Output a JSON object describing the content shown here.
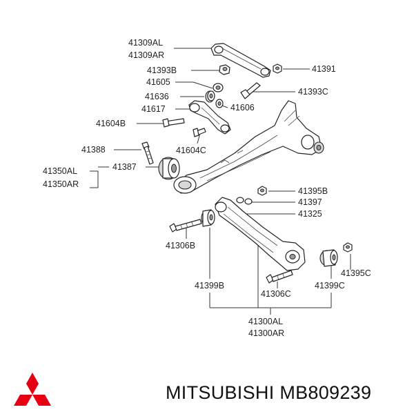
{
  "labels": {
    "l41309al": "41309AL",
    "l41309ar": "41309AR",
    "l41393b": "41393B",
    "l41391": "41391",
    "l41605": "41605",
    "l41393c": "41393C",
    "l41636": "41636",
    "l41606": "41606",
    "l41617": "41617",
    "l41604b": "41604B",
    "l41604c": "41604C",
    "l41388": "41388",
    "l41387": "41387",
    "l41350al": "41350AL",
    "l41350ar": "41350AR",
    "l41395b": "41395B",
    "l41397": "41397",
    "l41325": "41325",
    "l41306b": "41306B",
    "l41395c": "41395C",
    "l41399b": "41399B",
    "l41306c": "41306C",
    "l41399c": "41399C",
    "l41300al": "41300AL",
    "l41300ar": "41300AR"
  },
  "footer": {
    "brand_text": "MITSUBISHI MB809239"
  },
  "icons": {
    "logo": "mitsubishi-three-diamond-logo"
  },
  "colors": {
    "logo": "#e60012",
    "text": "#222222",
    "background": "#ffffff"
  }
}
